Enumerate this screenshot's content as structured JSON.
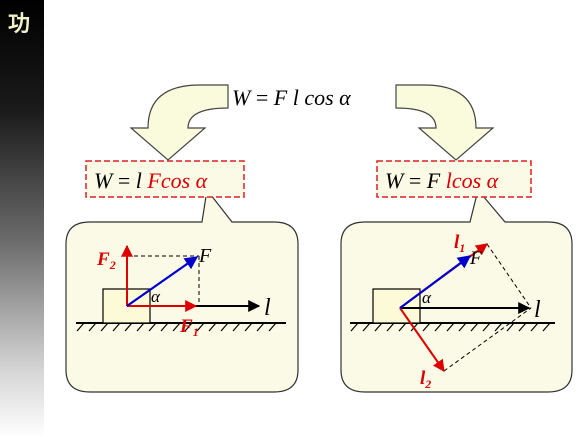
{
  "slide": {
    "title": "功"
  },
  "main_formula": {
    "W": "W",
    "eq": " = ",
    "F": "F",
    "l": " l ",
    "cos": "cos",
    "alpha": " α"
  },
  "left_formula": {
    "W": "W",
    "eq": " = ",
    "l": "l",
    "F": " F",
    "cos": "cos",
    "alpha": " α"
  },
  "right_formula": {
    "W": "W",
    "eq": " = ",
    "F": "F",
    "l": " l",
    "cos": "cos",
    "alpha": " α"
  },
  "left_diagram": {
    "F": "F",
    "F2": "F",
    "F2_sub": "2",
    "F1": "F",
    "F1_sub": "1",
    "alpha": "α",
    "l": "l"
  },
  "right_diagram": {
    "F": "F",
    "l1": "l",
    "l1_sub": "1",
    "l2": "l",
    "l2_sub": "2",
    "alpha": "α",
    "l": "l"
  },
  "colors": {
    "red": "#dd0000",
    "blue": "#0000cc",
    "box_fill": "#fdfbd7",
    "callout_fill": "#fafae6",
    "dashed_border": "#dd2222"
  }
}
